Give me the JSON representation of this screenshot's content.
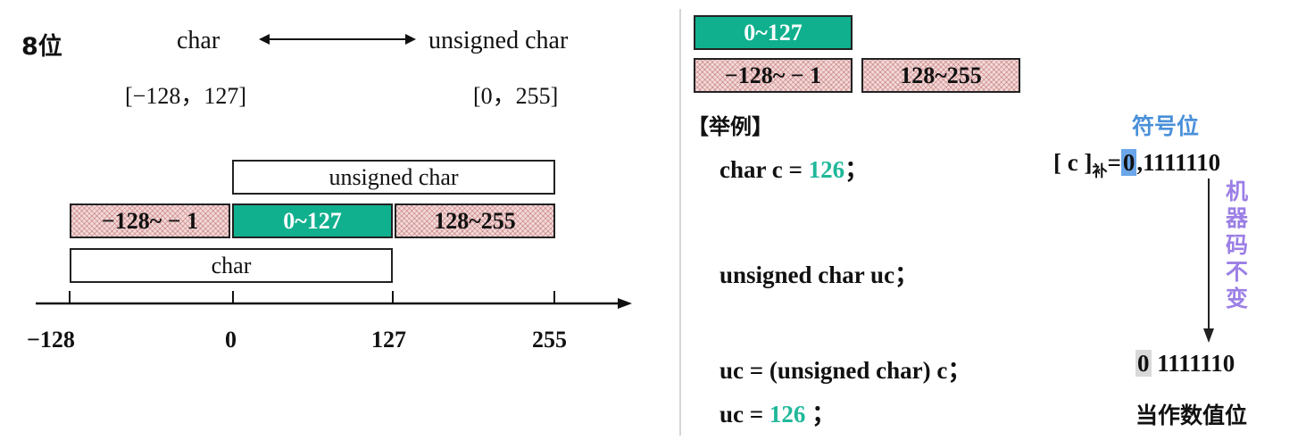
{
  "left": {
    "bits_label": "8位",
    "char_label": "char",
    "unsigned_char_label": "unsigned char",
    "char_range": "[−128，127]",
    "uchar_range": "[0，255]",
    "bar_unsigned": "unsigned char",
    "seg_negative": "−128~ − 1",
    "seg_middle": "0~127",
    "seg_high": "128~255",
    "bar_char": "char",
    "ticks": [
      "−128",
      "0",
      "127",
      "255"
    ]
  },
  "right": {
    "legend_top": "0~127",
    "legend_neg": "−128~ − 1",
    "legend_high": "128~255",
    "example_header": "【举例】",
    "sign_bit_label": "符号位",
    "code_line1_prefix": "char  c = ",
    "code_line1_value": "126",
    "code_line1_suffix": "；",
    "complement_prefix": "[ c ]",
    "complement_sub": "补",
    "complement_eq": "=",
    "complement_sign": "0",
    "complement_rest": ",1111110",
    "machine_code_note": "机器码不变",
    "code_line2": "unsigned  char  uc；",
    "code_line3": "uc = (unsigned char)  c；",
    "result_sign": "0",
    "result_rest": " 1111110",
    "code_line4_prefix": "uc = ",
    "code_line4_value": "126",
    "code_line4_suffix": " ；",
    "value_bit_label": "当作数值位"
  },
  "colors": {
    "teal": "#10b08e",
    "hatch_pink": "#f4d9d9",
    "sign_blue": "#6aa6e8",
    "note_purple": "#9b7fe6",
    "label_blue": "#4a90d9"
  }
}
